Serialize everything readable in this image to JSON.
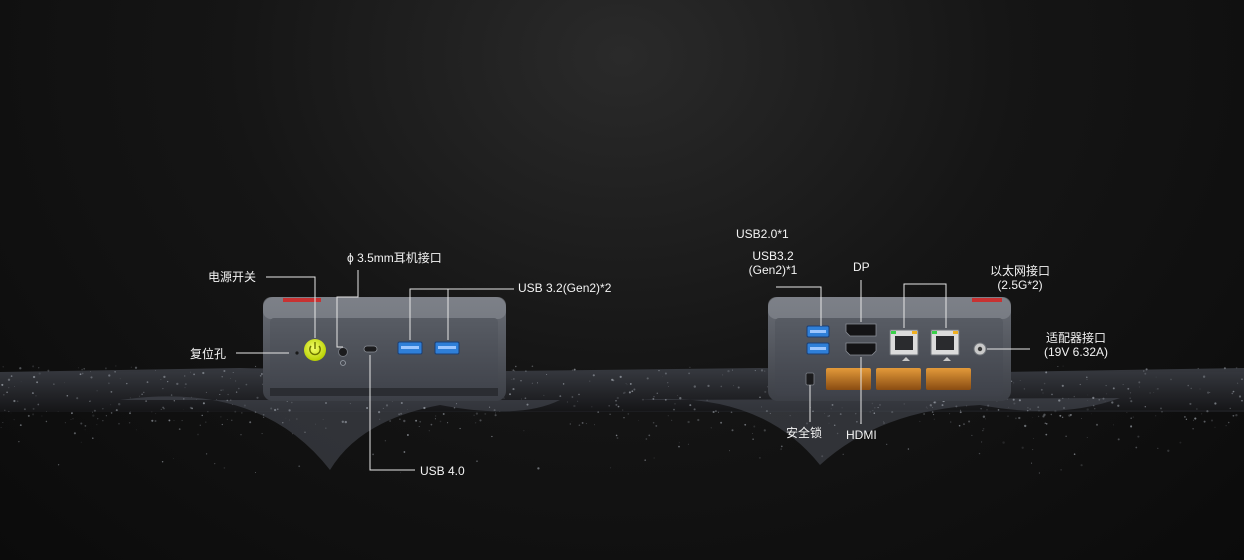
{
  "labels": {
    "power_switch": "电源开关",
    "headphone": "3.5mm耳机接口",
    "headphone_prefix": "ϕ",
    "usb32_front": "USB 3.2(Gen2)*2",
    "reset_hole": "复位孔",
    "usb4": "USB 4.0",
    "usb20_rear": "USB2.0*1",
    "usb32_rear_line1": "USB3.2",
    "usb32_rear_line2": "(Gen2)*1",
    "dp": "DP",
    "ethernet_line1": "以太网接口",
    "ethernet_line2": "(2.5G*2)",
    "adapter_line1": "适配器接口",
    "adapter_line2": "(19V 6.32A)",
    "security_lock": "安全锁",
    "hdmi": "HDMI"
  },
  "colors": {
    "background": "#101010",
    "device_body": "#4a4e57",
    "device_top": "#8a8e96",
    "power_button": "#d8f000",
    "usb_port": "#2f7fd8",
    "vent": "#c07a28",
    "led_green": "#39d24a",
    "accent_red": "#c83232"
  }
}
